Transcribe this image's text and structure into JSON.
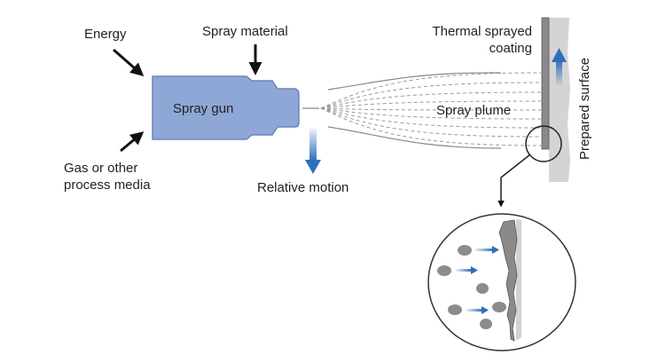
{
  "labels": {
    "energy": "Energy",
    "spray_material": "Spray material",
    "gas_line1": "Gas or other",
    "gas_line2": "process media",
    "spray_gun": "Spray gun",
    "relative_motion": "Relative motion",
    "coating_line1": "Thermal sprayed",
    "coating_line2": "coating",
    "spray_plume": "Spray plume",
    "prepared_surface": "Prepared surface"
  },
  "colors": {
    "gun_fill": "#8fa7d6",
    "gun_stroke": "#6d86bb",
    "accent_blue": "#2f6fb8",
    "coating": "#8a8a8a",
    "substrate": "#d4d4d4",
    "particle": "#8c8c8c"
  }
}
